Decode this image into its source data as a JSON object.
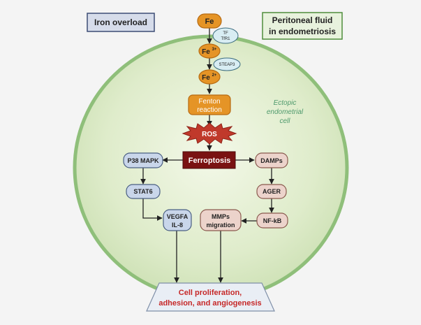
{
  "corner_labels": {
    "iron_overload": "Iron overload",
    "peritoneal_line1": "Peritoneal fluid",
    "peritoneal_line2": "in endometriosis"
  },
  "cell": {
    "label_line1": "Ectopic",
    "label_line2": "endometrial",
    "label_line3": "cell"
  },
  "nodes": {
    "fe": "Fe",
    "fe3": "Fe",
    "fe3_sup": "3+",
    "fe2": "Fe",
    "fe2_sup": "2+",
    "tf_line1": "TF",
    "tf_line2": "TfR1",
    "steap3": "STEAP3",
    "fenton_line1": "Fenton",
    "fenton_line2": "reaction",
    "ros": "ROS",
    "ferroptosis": "Ferroptosis",
    "p38": "P38 MAPK",
    "stat6": "STAT6",
    "vegfa_line1": "VEGFA",
    "vegfa_line2": "IL-8",
    "damps": "DAMPs",
    "ager": "AGER",
    "nfkb": "NF-kB",
    "mmps_line1": "MMPs",
    "mmps_line2": "migration"
  },
  "outcome": {
    "line1": "Cell proliferation,",
    "line2": "adhesion, and angiogenesis"
  },
  "colors": {
    "cell_fill": "#d9eac5",
    "cell_stroke": "#8fbf7a",
    "orange": "#e59426",
    "orange_stroke": "#b66a12",
    "ros_red": "#c0392b",
    "ferroptosis_fill": "#7a1212",
    "blue_fill": "#c9d6ea",
    "blue_stroke": "#4a5f82",
    "pink_fill": "#ecd3cb",
    "pink_stroke": "#8a5a4e",
    "outcome_text": "#c62828",
    "cell_label": "#4f9a6d"
  }
}
